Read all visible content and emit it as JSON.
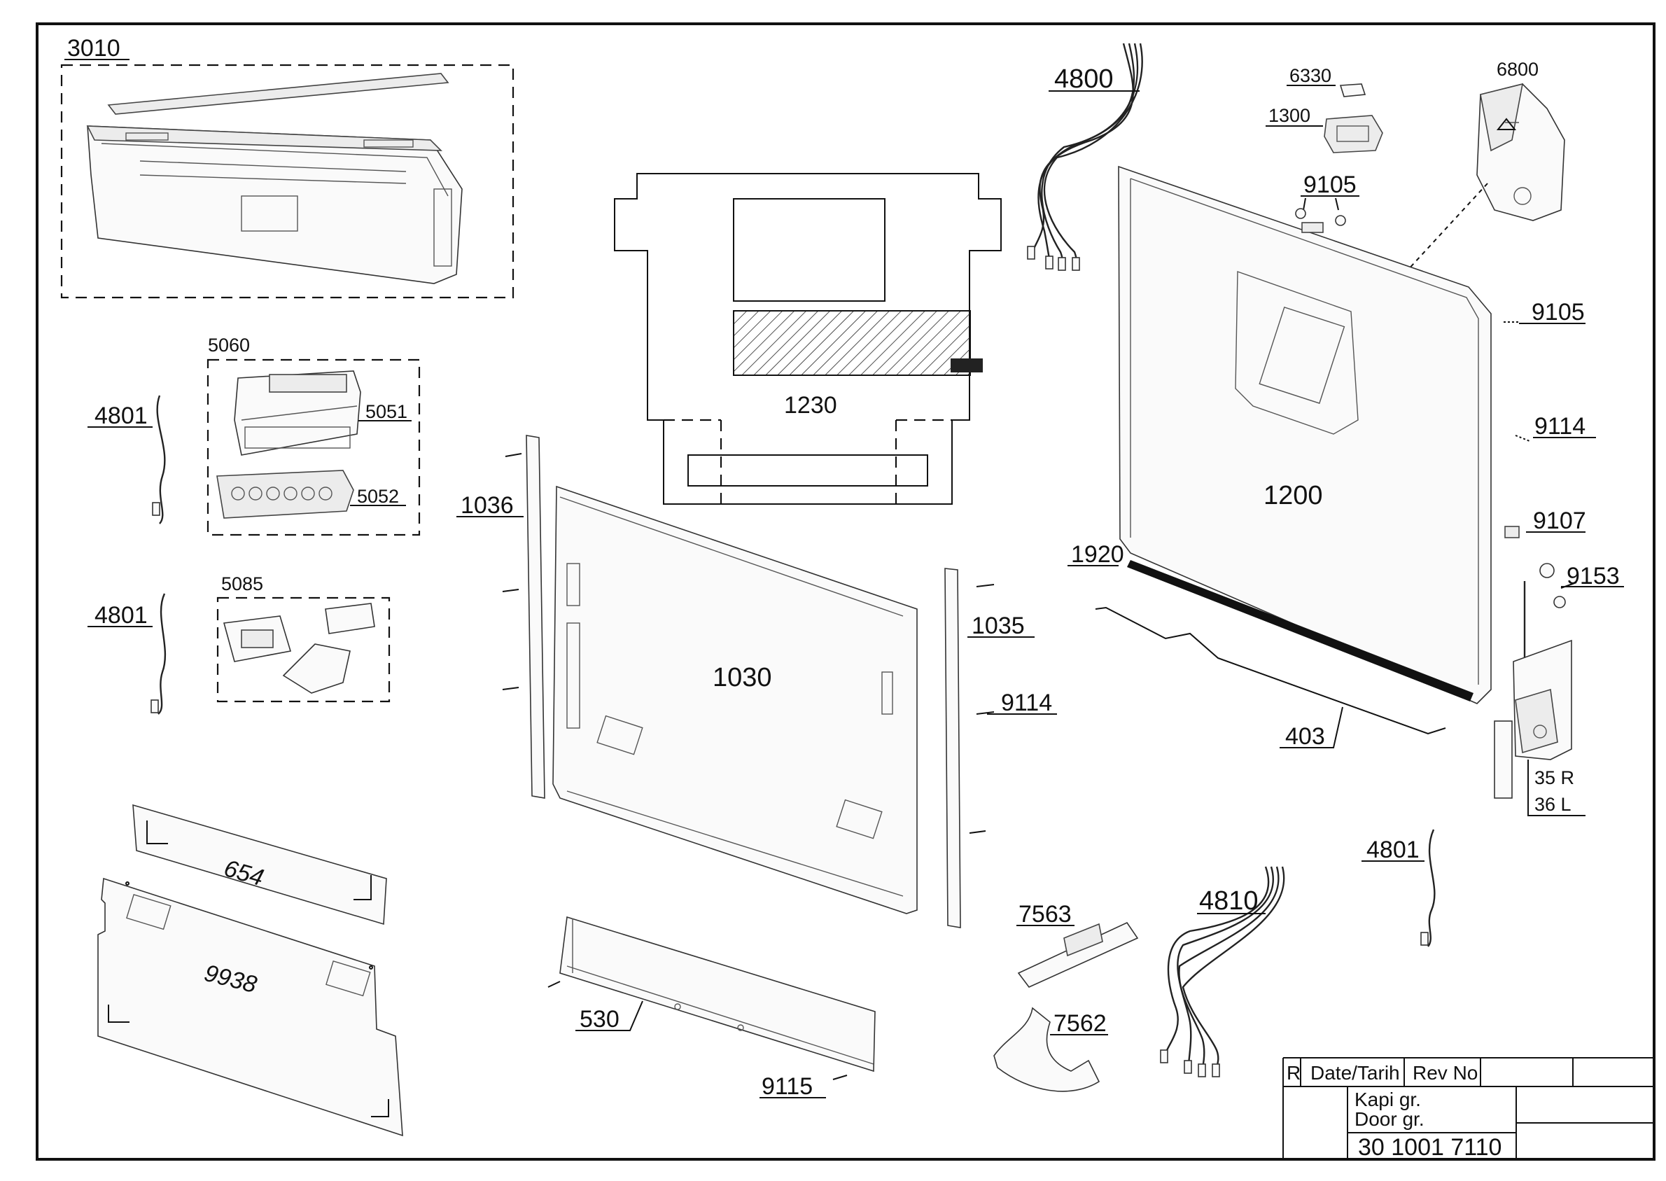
{
  "labels": {
    "l3010": "3010",
    "l5060": "5060",
    "l5051": "5051",
    "l5052": "5052",
    "l5085": "5085",
    "l4801a": "4801",
    "l4801b": "4801",
    "l4801c": "4801",
    "l654": "654",
    "l9938": "9938",
    "l1230": "1230",
    "l1036": "1036",
    "l1030": "1030",
    "l1035": "1035",
    "l9114a": "9114",
    "l9114b": "9114",
    "l530": "530",
    "l9115": "9115",
    "l4800": "4800",
    "l6330": "6330",
    "l1300": "1300",
    "l6800": "6800",
    "l9105a": "9105",
    "l9105b": "9105",
    "l1200": "1200",
    "l9107": "9107",
    "l1920": "1920",
    "l9153": "9153",
    "l403": "403",
    "l35R": "35 R",
    "l36L": "36 L",
    "l7563": "7563",
    "l7562": "7562",
    "l4810": "4810"
  },
  "title_block": {
    "r": "R",
    "date": "Date/Tarih",
    "rev": "Rev No",
    "name_tr": "Kapi gr.",
    "name_en": "Door gr.",
    "doc_no": "30 1001 7110"
  }
}
